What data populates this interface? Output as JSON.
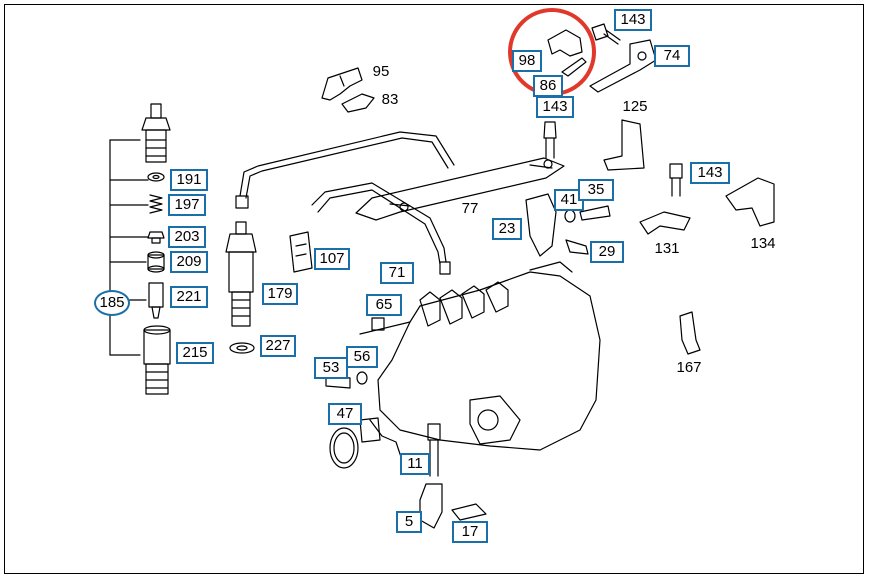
{
  "diagram": {
    "box_color": "#1b6fa8",
    "highlight_color": "#e0392b",
    "line_color": "#000000",
    "callouts": {
      "c143a": "143",
      "c74": "74",
      "c98": "98",
      "c86": "86",
      "c143b": "143",
      "c95": "95",
      "c83": "83",
      "c125": "125",
      "c143c": "143",
      "c134": "134",
      "c191": "191",
      "c197": "197",
      "c203": "203",
      "c209": "209",
      "c185": "185",
      "c221": "221",
      "c215": "215",
      "c179": "179",
      "c227": "227",
      "c107": "107",
      "c77": "77",
      "c71": "71",
      "c23": "23",
      "c41": "41",
      "c35": "35",
      "c29": "29",
      "c131": "131",
      "c65": "65",
      "c53": "53",
      "c56": "56",
      "c47": "47",
      "c11": "11",
      "c5": "5",
      "c17": "17",
      "c167": "167"
    }
  }
}
